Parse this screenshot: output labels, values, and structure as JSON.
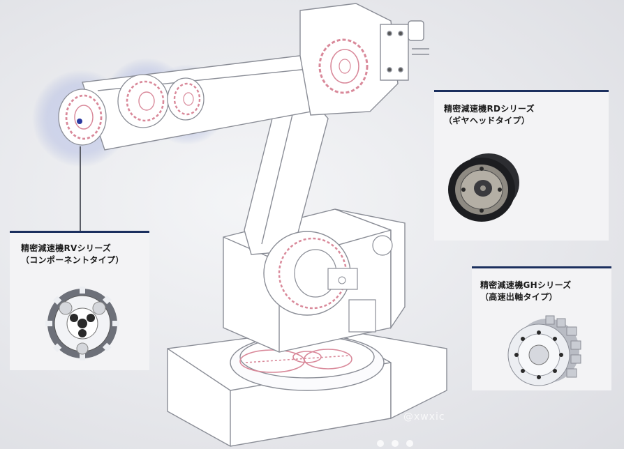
{
  "panels": {
    "rv": {
      "title": "精密減速機RVシリーズ",
      "subtitle": "（コンポーネントタイプ）",
      "icon": "rv-reducer-gear-icon"
    },
    "rd": {
      "title": "精密減速機RDシリーズ",
      "subtitle": "（ギヤヘッドタイプ）",
      "icon": "rd-gearhead-reducer-icon"
    },
    "gh": {
      "title": "精密減速機GHシリーズ",
      "subtitle": "（高速出軸タイプ）",
      "icon": "gh-high-speed-reducer-icon"
    }
  },
  "colors": {
    "panel_border": "#1b2f5e",
    "robot_outline": "#8a8d96",
    "reducer_highlight": "#d9899a",
    "halo_blue": "#9aa8d8"
  },
  "watermark": "@xwxic"
}
